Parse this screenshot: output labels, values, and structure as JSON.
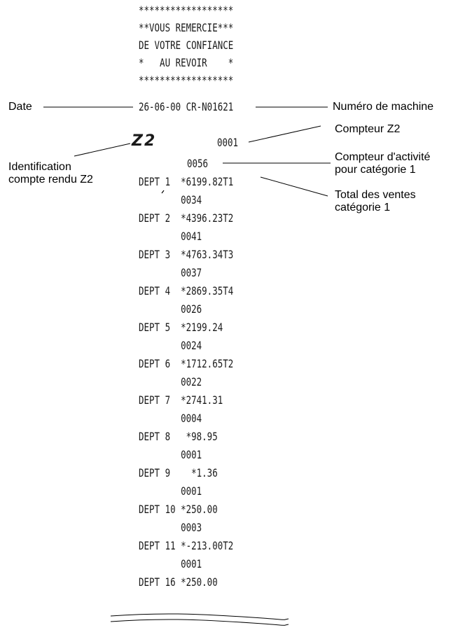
{
  "receipt": {
    "header": [
      "******************",
      "**VOUS REMERCIE***",
      "DE VOTRE CONFIANCE",
      "*   AU REVOIR    *",
      "******************"
    ],
    "date_line": "26-06-00 CR-N01621",
    "z_mark": "Z2",
    "z_counter": "0001",
    "activity_counter": "0056",
    "lines": [
      "DEPT 1  *6199.82T1",
      "        0034",
      "DEPT 2  *4396.23T2",
      "        0041",
      "DEPT 3  *4763.34T3",
      "        0037",
      "DEPT 4  *2869.35T4",
      "        0026",
      "DEPT 5  *2199.24",
      "        0024",
      "DEPT 6  *1712.65T2",
      "        0022",
      "DEPT 7  *2741.31",
      "        0004",
      "DEPT 8   *98.95",
      "        0001",
      "DEPT 9    *1.36",
      "        0001",
      "DEPT 10 *250.00",
      "        0003",
      "DEPT 11 *-213.00T2",
      "        0001",
      "DEPT 16 *250.00"
    ]
  },
  "annotations": {
    "date": "Date",
    "machine_number": "Numéro de machine",
    "z2_counter": "Compteur Z2",
    "activity_counter": [
      "Compteur d'activité",
      "pour catégorie 1"
    ],
    "identification": [
      "Identification",
      "compte rendu Z2"
    ],
    "sales_total": [
      "Total des ventes",
      "catégorie 1"
    ]
  }
}
